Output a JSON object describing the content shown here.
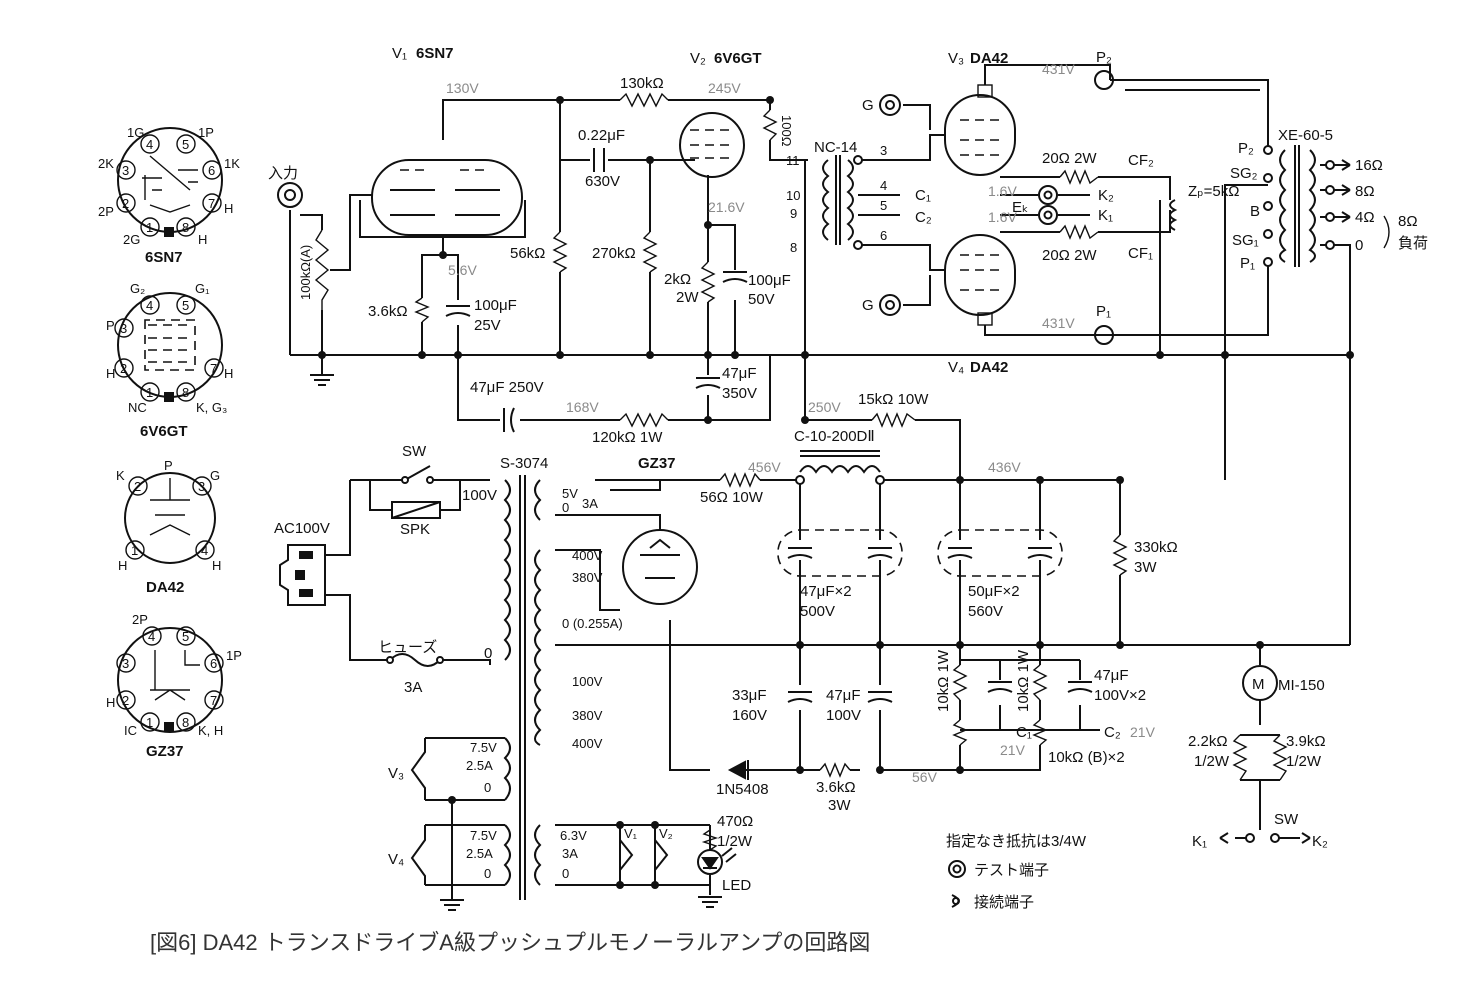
{
  "caption": "[図6] DA42 トランスドライブA級プッシュプルモノーラルアンプの回路図",
  "tube_pinouts": [
    {
      "name": "6SN7",
      "pins": [
        "1G",
        "1P",
        "2K",
        "1K",
        "2P",
        "H",
        "2G",
        "H"
      ]
    },
    {
      "name": "6V6GT",
      "pins": [
        "G₂",
        "G₁",
        "P",
        "H",
        "H",
        "NC",
        "K, G₃"
      ]
    },
    {
      "name": "DA42",
      "pins": [
        "K",
        "P",
        "G",
        "H",
        "H"
      ]
    },
    {
      "name": "GZ37",
      "pins": [
        "2P",
        "1P",
        "H",
        "IC",
        "K, H"
      ]
    }
  ],
  "tubes": {
    "v1": {
      "ref": "V₁",
      "type": "6SN7"
    },
    "v2": {
      "ref": "V₂",
      "type": "6V6GT"
    },
    "v3": {
      "ref": "V₃",
      "type": "DA42"
    },
    "v4": {
      "ref": "V₄",
      "type": "DA42"
    },
    "rect": "GZ37"
  },
  "voltages": [
    "130V",
    "245V",
    "21.6V",
    "5.6V",
    "168V",
    "250V",
    "431V",
    "431V",
    "1.6V",
    "1.6V",
    "456V",
    "436V",
    "56V"
  ],
  "input": {
    "label": "入力",
    "pot": "100kΩ(A)"
  },
  "components": {
    "r130k": "130kΩ",
    "c022": "0.22μF",
    "c022v": "630V",
    "r100": "100Ω",
    "r56k": "56kΩ",
    "r270k": "270kΩ",
    "r2k": "2kΩ",
    "r2kw": "2W",
    "c100_50": "100μF",
    "c100_50v": "50V",
    "r36k": "3.6kΩ",
    "c100_25": "100μF",
    "c100_25v": "25V",
    "c47_350": "47μF",
    "c47_350v": "350V",
    "c47_250": "47μF 250V",
    "r120k": "120kΩ 1W",
    "r15k": "15kΩ 10W",
    "choke": "C-10-200DⅡ",
    "r56_10": "56Ω 10W",
    "c47x2": "47μF×2",
    "c47x2v": "500V",
    "c50x2": "50μF×2",
    "c50x2v": "560V",
    "r330k": "330kΩ",
    "r330kw": "3W",
    "r20_a": "20Ω 2W",
    "r20_b": "20Ω 2W",
    "cf2": "CF₂",
    "cf1": "CF₁",
    "k2": "K₂",
    "k1": "K₁",
    "ek": "Eₖ",
    "zp": "Zₚ=5kΩ",
    "c33": "33μF",
    "c33v": "160V",
    "c47_100": "47μF",
    "c47_100v": "100V",
    "r10k_a": "10kΩ 1W",
    "r10k_b": "10kΩ 1W",
    "c47_2": "47μF",
    "c47_2v": "100V×2",
    "c1": "C₁",
    "c2": "C₂",
    "v21a": "21V",
    "v21b": "21V",
    "r10kb": "10kΩ (B)×2",
    "diode": "1N5408",
    "r36k3w": "3.6kΩ",
    "r36k3w_w": "3W",
    "r470": "470Ω",
    "r470w": "1/2W",
    "led": "LED",
    "r22k": "2.2kΩ",
    "r22kw": "1/2W",
    "r39k": "3.9kΩ",
    "r39kw": "1/2W",
    "meter": "MI-150",
    "sw2": "SW",
    "k1b": "K₁",
    "k2b": "K₂"
  },
  "transformers": {
    "driver": "NC-14",
    "driver_pins": [
      "11",
      "10",
      "9",
      "8",
      "3",
      "4",
      "5",
      "6"
    ],
    "c1out": "C₁",
    "c2out": "C₂",
    "output": "XE-60-5",
    "output_pri": [
      "P₂",
      "SG₂",
      "B",
      "SG₁",
      "P₁"
    ],
    "output_sec": [
      "16Ω",
      "8Ω",
      "4Ω",
      "0"
    ],
    "load": "8Ω",
    "load2": "負荷",
    "power": "S-3074"
  },
  "power_taps": {
    "pri100": "100V",
    "pri0": "0",
    "t5v": "5V",
    "t0": "0",
    "t3a": "3A",
    "t400a": "400V",
    "t380a": "380V",
    "t0c": "0 (0.255A)",
    "t100": "100V",
    "t380b": "380V",
    "t400b": "400V",
    "v3h": "7.5V",
    "v3a": "2.5A",
    "v3z": "0",
    "v4h": "7.5V",
    "v4a": "2.5A",
    "v4z": "0",
    "h63": "6.3V",
    "h3a": "3A",
    "h0": "0"
  },
  "mains": {
    "ac": "AC100V",
    "sw": "SW",
    "spk": "SPK",
    "fuse": "ヒューズ",
    "fuse_a": "3A"
  },
  "heater_labels": {
    "v3": "V₃",
    "v4": "V₄",
    "v1": "V₁",
    "v2": "V₂"
  },
  "grid_terminals": [
    "G",
    "G"
  ],
  "plate_labels": {
    "p2": "P₂",
    "p1": "P₁"
  },
  "legend": {
    "note": "指定なき抵抗は3/4W",
    "test": "テスト端子",
    "conn": "接続端子"
  }
}
